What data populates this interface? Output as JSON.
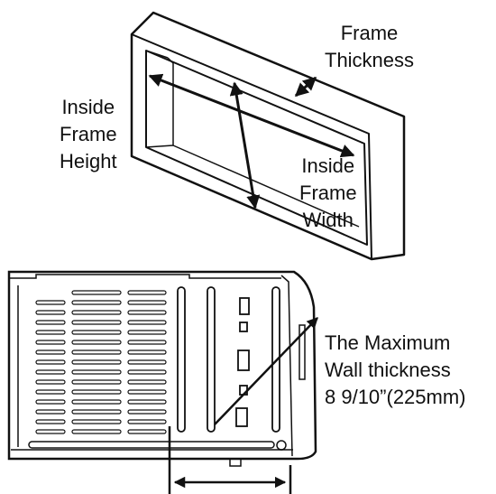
{
  "labels": {
    "frame_thickness": [
      "Frame",
      "Thickness"
    ],
    "inside_frame_height": [
      "Inside",
      "Frame",
      "Height"
    ],
    "inside_frame_width": [
      "Inside",
      "Frame",
      "Width"
    ],
    "max_wall_thickness": [
      "The Maximum",
      "Wall thickness",
      "8 9/10”(225mm)"
    ]
  },
  "colors": {
    "line": "#111111",
    "background": "#ffffff"
  }
}
